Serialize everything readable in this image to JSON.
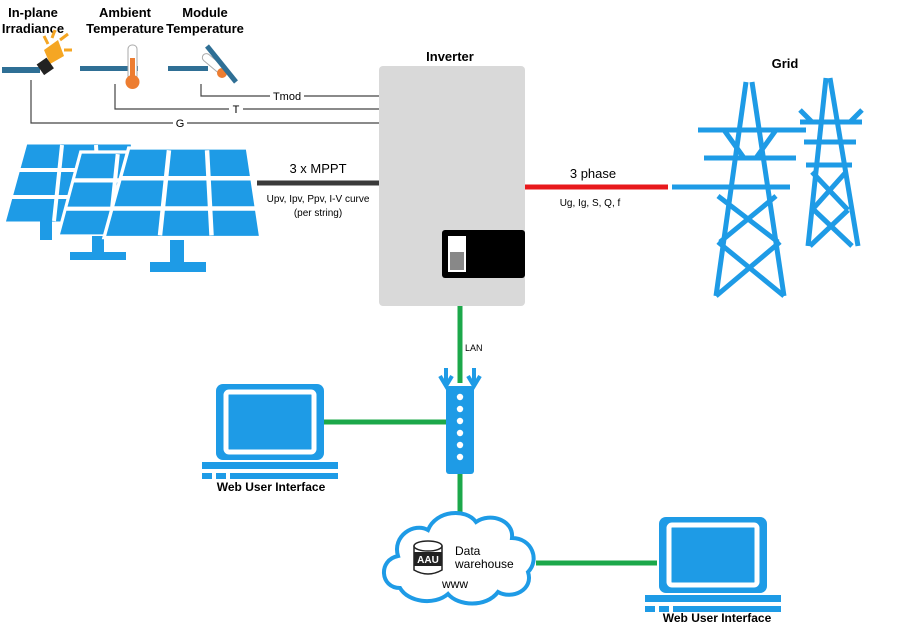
{
  "sensors": {
    "irradiance": [
      "In-plane",
      "Irradiance"
    ],
    "ambient": [
      "Ambient",
      "Temperature"
    ],
    "module": [
      "Module",
      "Temperature"
    ]
  },
  "signals": {
    "tmod": "Tmod",
    "t": "T",
    "g": "G"
  },
  "inverter": {
    "title": "Inverter"
  },
  "grid": {
    "title": "Grid"
  },
  "pv_link": {
    "label": "3 x MPPT",
    "detail": [
      "Upv, Ipv, Ppv, I-V curve",
      "(per string)"
    ]
  },
  "grid_link": {
    "label": "3 phase",
    "detail": "Ug, Ig, S, Q, f"
  },
  "lan": {
    "label": "LAN"
  },
  "left_pc": {
    "label": "Web User Interface"
  },
  "right_pc": {
    "label": "Web User Interface"
  },
  "cloud": {
    "badge": "AAU",
    "line1": "Data",
    "line2": "warehouse",
    "www": "www"
  },
  "colors": {
    "blue": "#1e9be6",
    "red": "#e8191c",
    "green": "#1ca84a",
    "dark_line": "#3a3a3a",
    "inverter_body": "#d9d9d9",
    "orange": "#ed7d31"
  }
}
